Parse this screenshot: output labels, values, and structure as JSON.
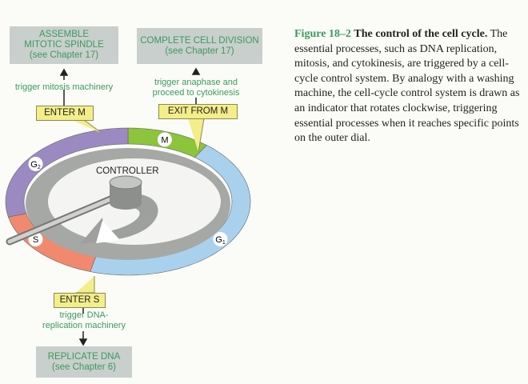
{
  "boxes": {
    "assemble": {
      "line1": "ASSEMBLE",
      "line2": "MITOTIC SPINDLE",
      "line3": "(see Chapter 17)"
    },
    "complete": {
      "line1": "COMPLETE CELL DIVISION",
      "line2": "(see Chapter 17)"
    },
    "replicate": {
      "line1": "REPLICATE DNA",
      "line2": "(see Chapter 6)"
    }
  },
  "triggers": {
    "mitosis": "trigger mitosis machinery",
    "anaphase1": "trigger anaphase and",
    "anaphase2": "proceed to cytokinesis",
    "dna1": "trigger DNA-",
    "dna2": "replication machinery"
  },
  "tags": {
    "enter_m": "ENTER M",
    "exit_m": "EXIT FROM M",
    "enter_s": "ENTER S"
  },
  "dial": {
    "controller": "CONTROLLER",
    "phases": {
      "m": "M",
      "g1": "G1",
      "s": "S",
      "g2": "G2"
    }
  },
  "colors": {
    "m": "#8cc43c",
    "g1": "#a9d1ee",
    "s": "#f0896e",
    "g2": "#9b8ac2",
    "text_green": "#3b9a5c",
    "tag": "#f3ee8a"
  },
  "caption": {
    "figure": "Figure 18–2",
    "title": "The control of the cell cycle.",
    "body": "The essential processes, such as DNA replication, mitosis, and cytokinesis, are triggered by a cell-cycle control system. By analogy with a washing machine, the cell-cycle control system is drawn as an indicator that rotates clockwise, triggering essential processes when it reaches specific points on the outer dial."
  }
}
